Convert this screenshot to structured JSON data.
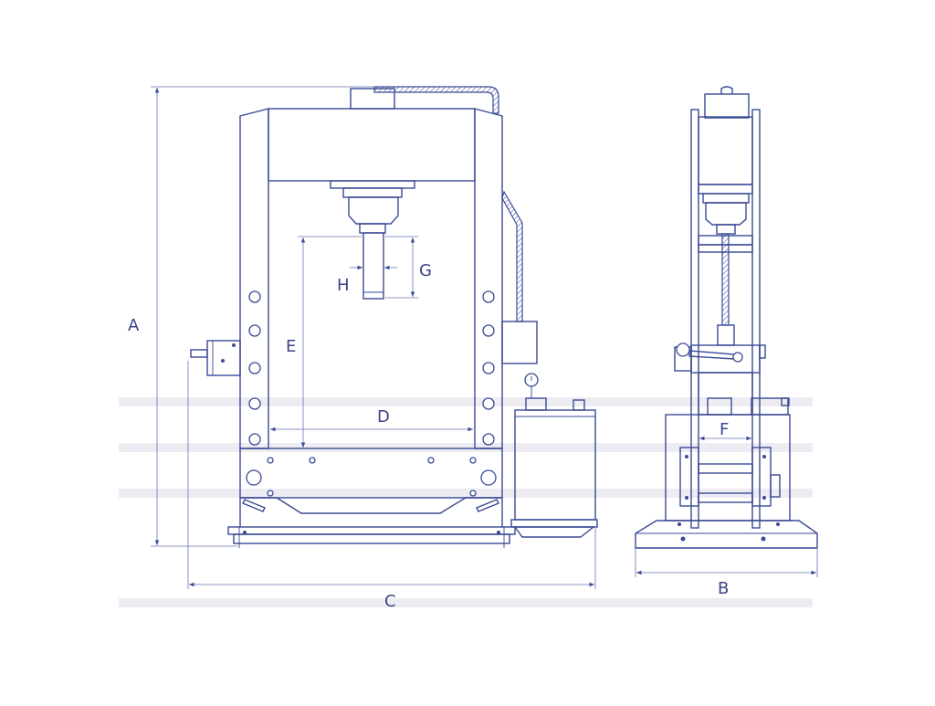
{
  "diagram": {
    "dimension_labels": {
      "A": "A",
      "B": "B",
      "C": "C",
      "D": "D",
      "E": "E",
      "F": "F",
      "G": "G",
      "H": "H"
    },
    "colors": {
      "line": "#3a4a95",
      "dimension": "#6a74b0",
      "background": "#ffffff"
    },
    "views": [
      "front-view",
      "side-view"
    ]
  }
}
